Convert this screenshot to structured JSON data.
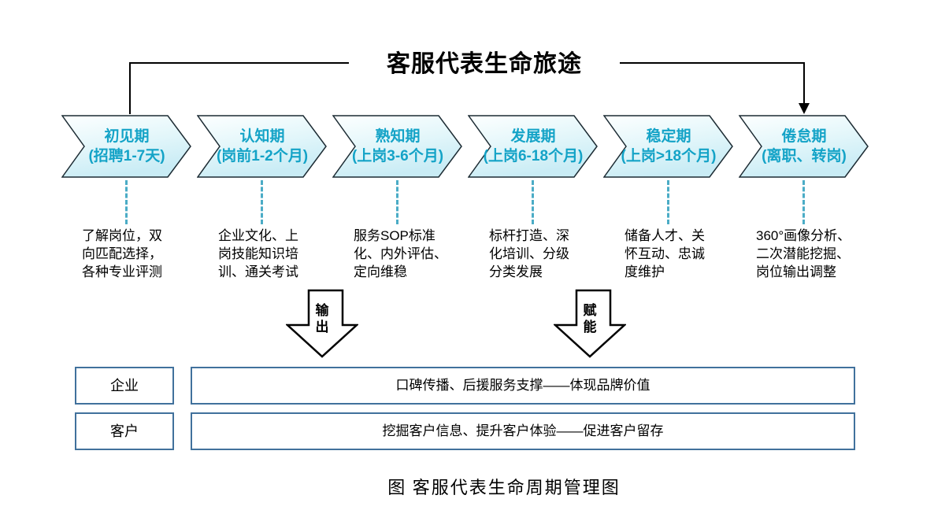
{
  "title": "客服代表生命旅途",
  "caption": "图 客服代表生命周期管理图",
  "stages": [
    {
      "name": "初见期",
      "period": "(招聘1-7天)",
      "description": "了解岗位，双\n向匹配选择，\n各种专业评测"
    },
    {
      "name": "认知期",
      "period": "(岗前1-2个月)",
      "description": "企业文化、上\n岗技能知识培\n训、通关考试"
    },
    {
      "name": "熟知期",
      "period": "(上岗3-6个月)",
      "description": "服务SOP标准\n化、内外评估、\n定向维稳"
    },
    {
      "name": "发展期",
      "period": "(上岗6-18个月)",
      "description": "标杆打造、深\n化培训、分级\n分类发展"
    },
    {
      "name": "稳定期",
      "period": "(上岗>18个月)",
      "description": "储备人才、关\n怀互动、忠诚\n度维护"
    },
    {
      "name": "倦怠期",
      "period": "(离职、转岗)",
      "description": "360°画像分析、\n二次潜能挖掘、\n岗位输出调整"
    }
  ],
  "arrows": [
    {
      "label": "输出"
    },
    {
      "label": "赋能"
    }
  ],
  "outcome_rows": [
    {
      "label": "企业",
      "content": "口碑传播、后援服务支撑——体现品牌价值"
    },
    {
      "label": "客户",
      "content": "挖掘客户信息、提升客户体验——促进客户留存"
    }
  ],
  "colors": {
    "chevron_text": "#14A3C7",
    "dashed_line": "#4BACC6",
    "row_border": "#41719C",
    "chevron_fill_top": "#FDFFFF",
    "chevron_fill_bottom": "#C9ECF5",
    "connector": "#000000"
  }
}
